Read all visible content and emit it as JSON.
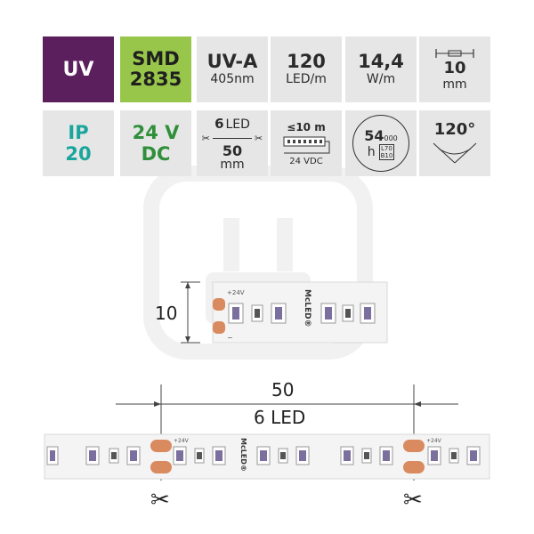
{
  "tiles": {
    "uv": "UV",
    "smd_top": "SMD",
    "smd_bottom": "2835",
    "uva_top": "UV-A",
    "uva_bottom": "405nm",
    "count_top": "120",
    "count_bottom": "LED/m",
    "power_top": "14,4",
    "power_bottom": "W/m",
    "width_top": "10",
    "width_bottom": "mm",
    "ip_top": "IP",
    "ip_bottom": "20",
    "volt_top": "24 V",
    "volt_bottom": "DC",
    "cut_led_num": "6",
    "cut_led_word": "LED",
    "cut_len": "50",
    "cut_unit": "mm",
    "run_len": "≤10 m",
    "run_volt": "24 VDC",
    "life_big": "54",
    "life_small": "000",
    "life_h": "h",
    "life_l": "L70",
    "life_b": "B10",
    "angle": "120°"
  },
  "strip_small": {
    "dim_value": "10",
    "plus_label": "+24V",
    "minus_label": "−",
    "brand": "McLED®"
  },
  "strip_long": {
    "dim_value": "50",
    "led_value": "6 LED",
    "plus_label": "+24V",
    "brand": "McLED®"
  },
  "colors": {
    "uv_purple": "#5b1f5e",
    "smd_green": "#98c64a",
    "tile_gray": "#e6e6e6",
    "teal": "#1aa69c",
    "green_text": "#2f8f3a",
    "copper_pad": "#d98a5f"
  }
}
